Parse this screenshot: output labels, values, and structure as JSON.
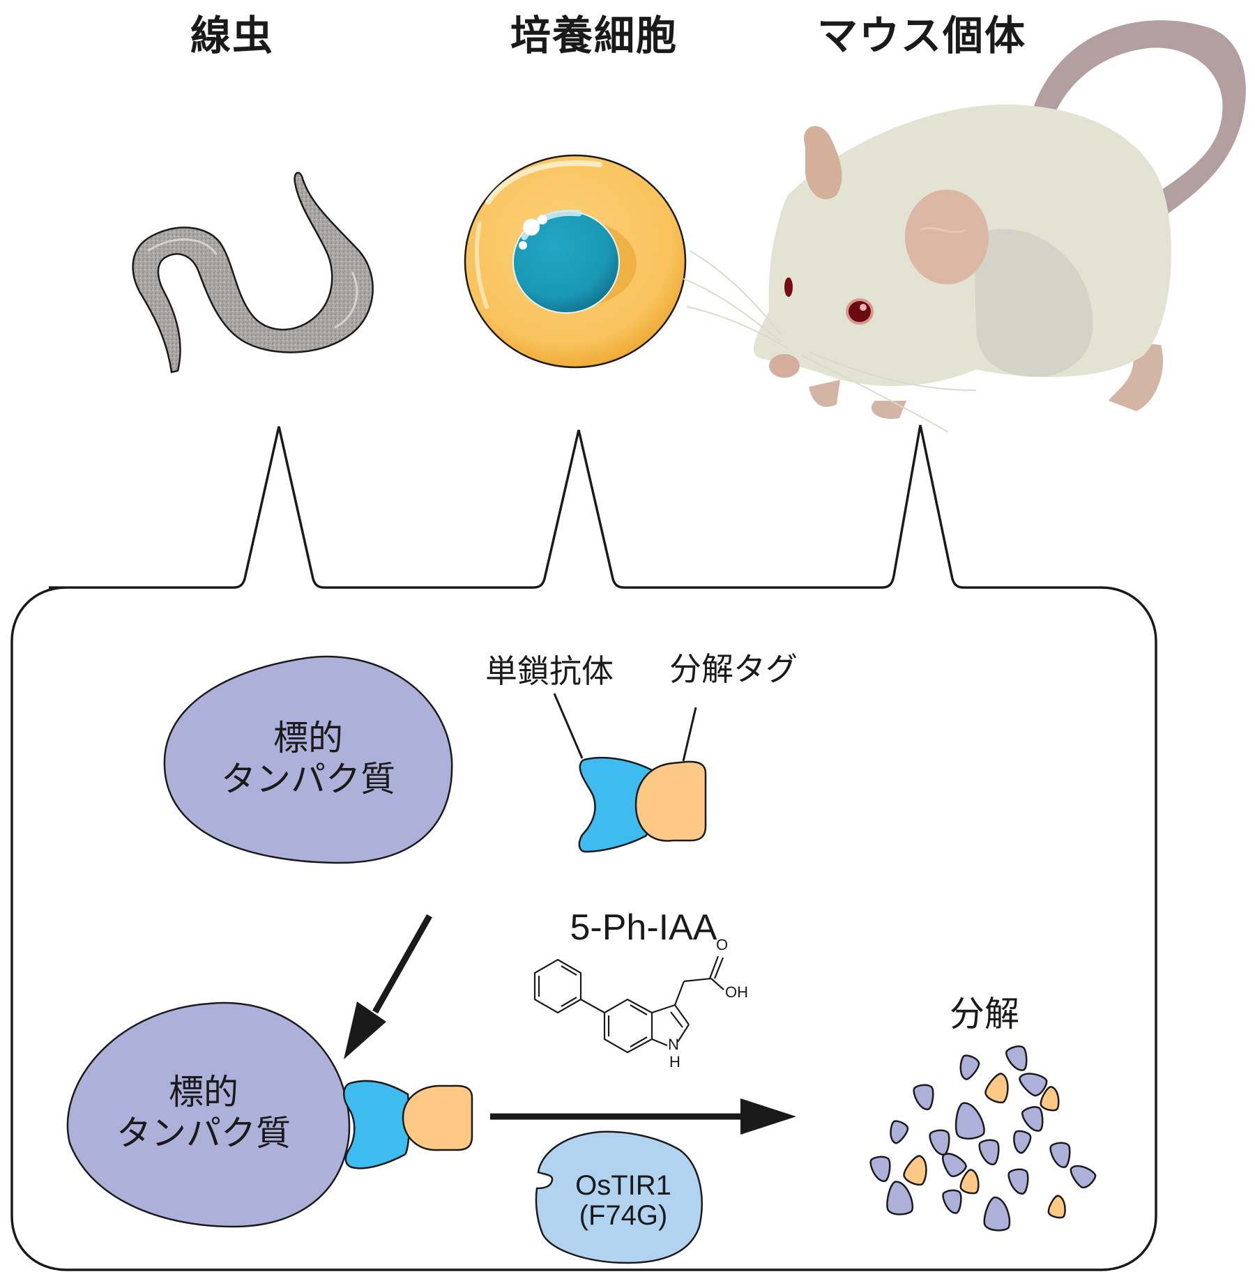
{
  "organisms": [
    {
      "label": "線虫",
      "icon": "nematode-icon"
    },
    {
      "label": "培養細胞",
      "icon": "cultured-cell-icon"
    },
    {
      "label": "マウス個体",
      "icon": "mouse-icon"
    }
  ],
  "system": {
    "antibody_label": "単鎖抗体",
    "degron_label": "分解タグ",
    "target_protein_line1": "標的",
    "target_protein_line2": "タンパク質",
    "compound_name": "5-Ph-IAA",
    "compound_atom_o": "O",
    "compound_atom_oh": "OH",
    "compound_atom_n": "N",
    "compound_atom_h": "H",
    "ligase_line1": "OsTIR1",
    "ligase_line2": "(F74G)",
    "degradation_label": "分解"
  },
  "colors": {
    "target_protein": "#adb0d8",
    "antibody": "#3fbcef",
    "degron": "#fdc985",
    "ligase": "#b2d3f0",
    "cell_body": "#f9c86a",
    "cell_nucleus": "#1a9bb8",
    "mouse_body": "#e2e3d3",
    "mouse_pink": "#d8b5a2",
    "outline": "#1a1a1a"
  }
}
